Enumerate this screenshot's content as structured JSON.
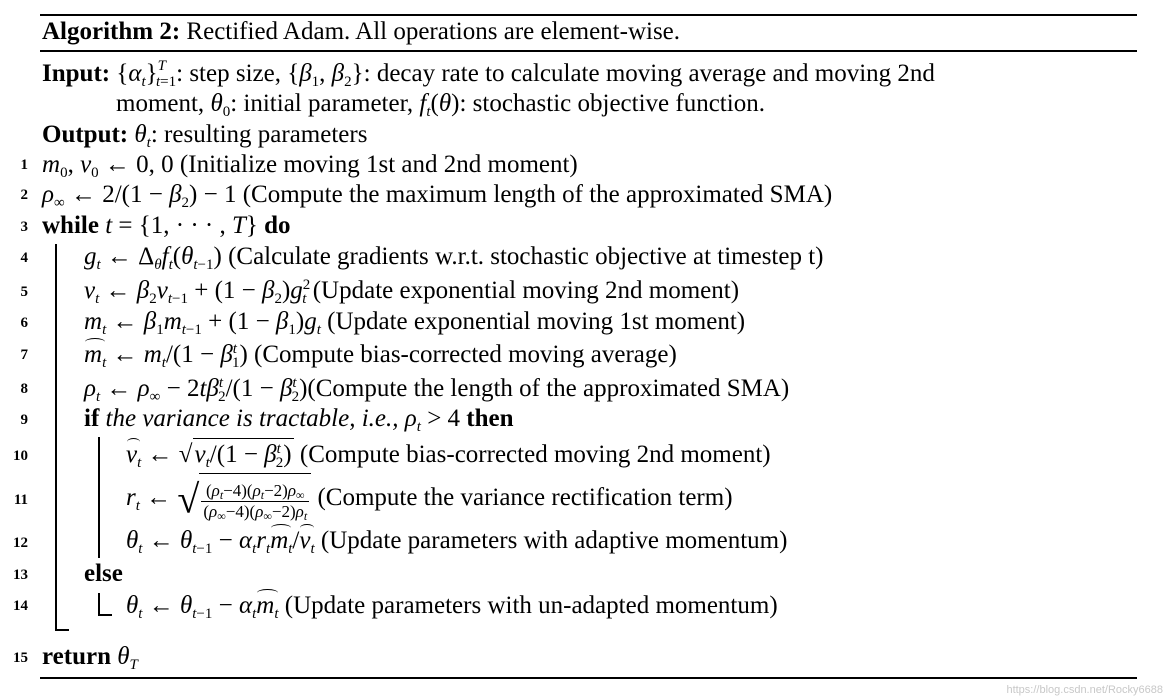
{
  "title": {
    "label": "Algorithm 2:",
    "text": "Rectified Adam. All operations are element-wise."
  },
  "input": {
    "label": "Input:",
    "line1_text": ": step size, ",
    "line1_text2": ": decay rate to calculate moving average and moving 2nd",
    "line2_text": "moment, ",
    "line2_text2": ": initial parameter, ",
    "line2_text3": ": stochastic objective function."
  },
  "output": {
    "label": "Output:",
    "text": ": resulting parameters"
  },
  "keywords": {
    "while": "while",
    "do": "do",
    "if": "if",
    "then": "then",
    "else": "else",
    "return": "return"
  },
  "if_condition": "the variance is tractable, i.e.,",
  "steps": [
    {
      "no": "1",
      "comment": "(Initialize moving 1st and 2nd moment)"
    },
    {
      "no": "2",
      "comment": "(Compute the maximum length of the approximated SMA)"
    },
    {
      "no": "3"
    },
    {
      "no": "4",
      "comment": "(Calculate gradients w.r.t. stochastic objective at timestep t)"
    },
    {
      "no": "5",
      "comment": "(Update exponential moving 2nd moment)"
    },
    {
      "no": "6",
      "comment": "(Update exponential moving 1st moment)"
    },
    {
      "no": "7",
      "comment": "(Compute bias-corrected moving average)"
    },
    {
      "no": "8",
      "comment": "(Compute the length of the approximated SMA)"
    },
    {
      "no": "9"
    },
    {
      "no": "10",
      "comment": "(Compute bias-corrected moving 2nd moment)"
    },
    {
      "no": "11",
      "comment": "(Compute the variance rectification term)"
    },
    {
      "no": "12",
      "comment": "(Update parameters with adaptive momentum)"
    },
    {
      "no": "13"
    },
    {
      "no": "14",
      "comment": "(Update parameters with un-adapted momentum)"
    },
    {
      "no": "15"
    }
  ],
  "watermark": "https://blog.csdn.net/Rocky6688"
}
